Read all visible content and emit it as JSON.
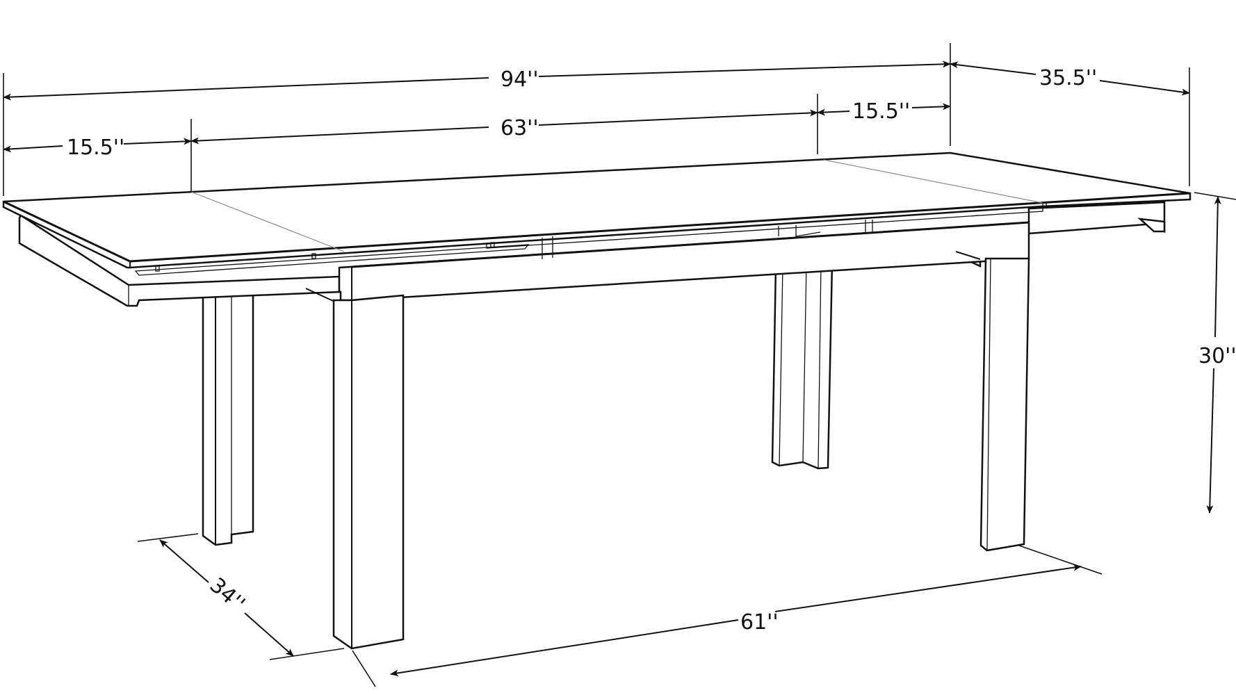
{
  "diagram": {
    "subject": "Extendable dining table",
    "style": "black line drawing on white",
    "colors": {
      "line": "#111111",
      "seam": "#8a8a8a",
      "background": "#ffffff"
    },
    "dimensions": {
      "overall_length": "94''",
      "center_top_length": "63''",
      "left_leaf": "15.5''",
      "right_leaf": "15.5''",
      "top_depth": "35.5''",
      "height": "30''",
      "leg_depth_span": "34''",
      "leg_length_span": "61''"
    },
    "parts": {
      "tabletop": "Tabletop with two extension leaves",
      "legs": "Four L-profile legs",
      "apron": "Apron / frame rails"
    }
  }
}
